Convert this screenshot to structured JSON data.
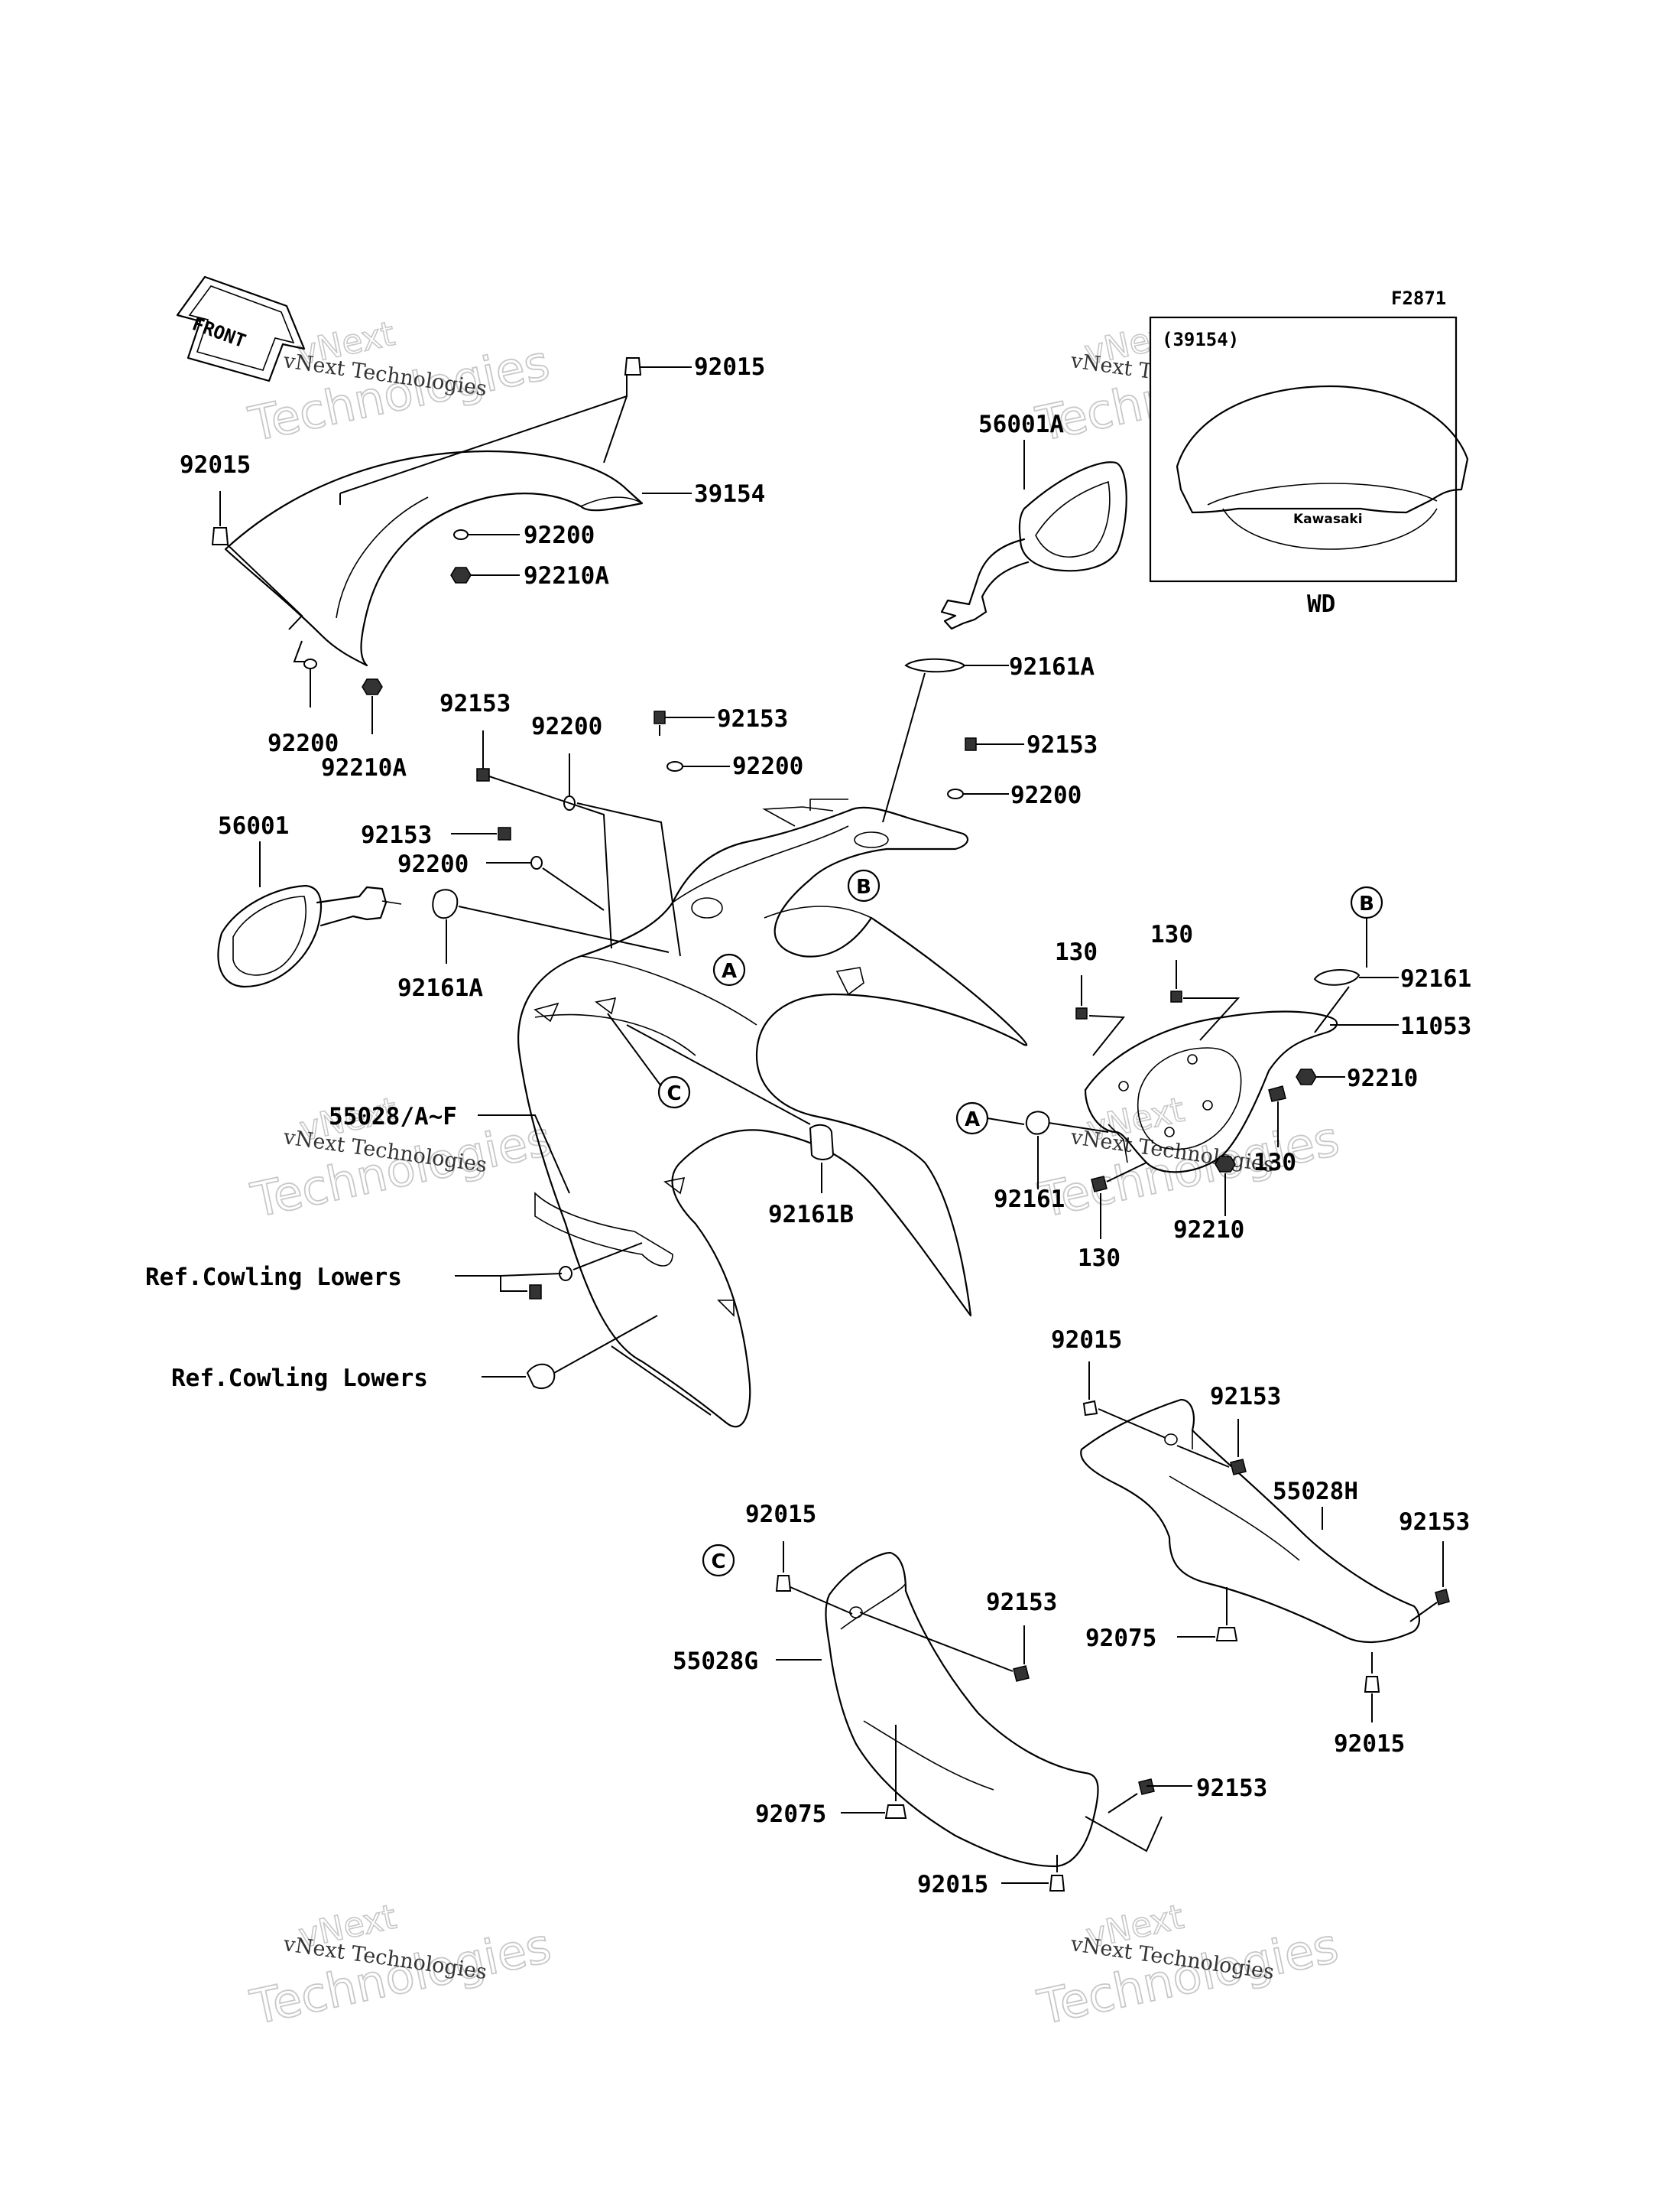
{
  "figure_code": "F2871",
  "front_arrow_label": "FRONT",
  "watermark": {
    "line1": "vNext",
    "line2": "vNext Technologies",
    "line3": "Technologies"
  },
  "inset": {
    "part_ref": "(39154)",
    "caption": "WD",
    "brand": "Kawasaki"
  },
  "callouts": {
    "a": "A",
    "b": "B",
    "c": "C"
  },
  "labels": {
    "p92015_top": "92015",
    "p92015_left": "92015",
    "p39154": "39154",
    "p92200_a": "92200",
    "p92210A_a": "92210A",
    "p92200_b": "92200",
    "p92210A_b": "92210A",
    "p56001A": "56001A",
    "p92161A_r": "92161A",
    "p92153_a": "92153",
    "p92200_c": "92200",
    "p92153_b": "92153",
    "p92200_d": "92200",
    "p92153_c": "92153",
    "p92200_e": "92200",
    "p56001": "56001",
    "p92153_d": "92153",
    "p92200_f": "92200",
    "p92161A_l": "92161A",
    "p130_a": "130",
    "p130_b": "130",
    "p92161": "92161",
    "p11053": "11053",
    "p92210_a": "92210",
    "p55028": "55028/A~F",
    "p92161B": "92161B",
    "p92161_b": "92161",
    "p130_c": "130",
    "p130_d": "130",
    "p92210_b": "92210",
    "ref1": "Ref.Cowling Lowers",
    "ref2": "Ref.Cowling Lowers",
    "p92015_r1": "92015",
    "p92153_e": "92153",
    "p55028H": "55028H",
    "p92153_f": "92153",
    "p92075_r": "92075",
    "p92015_r2": "92015",
    "p92015_l1": "92015",
    "p92153_g": "92153",
    "p55028G": "55028G",
    "p92075_l": "92075",
    "p92153_h": "92153",
    "p92015_l2": "92015"
  }
}
